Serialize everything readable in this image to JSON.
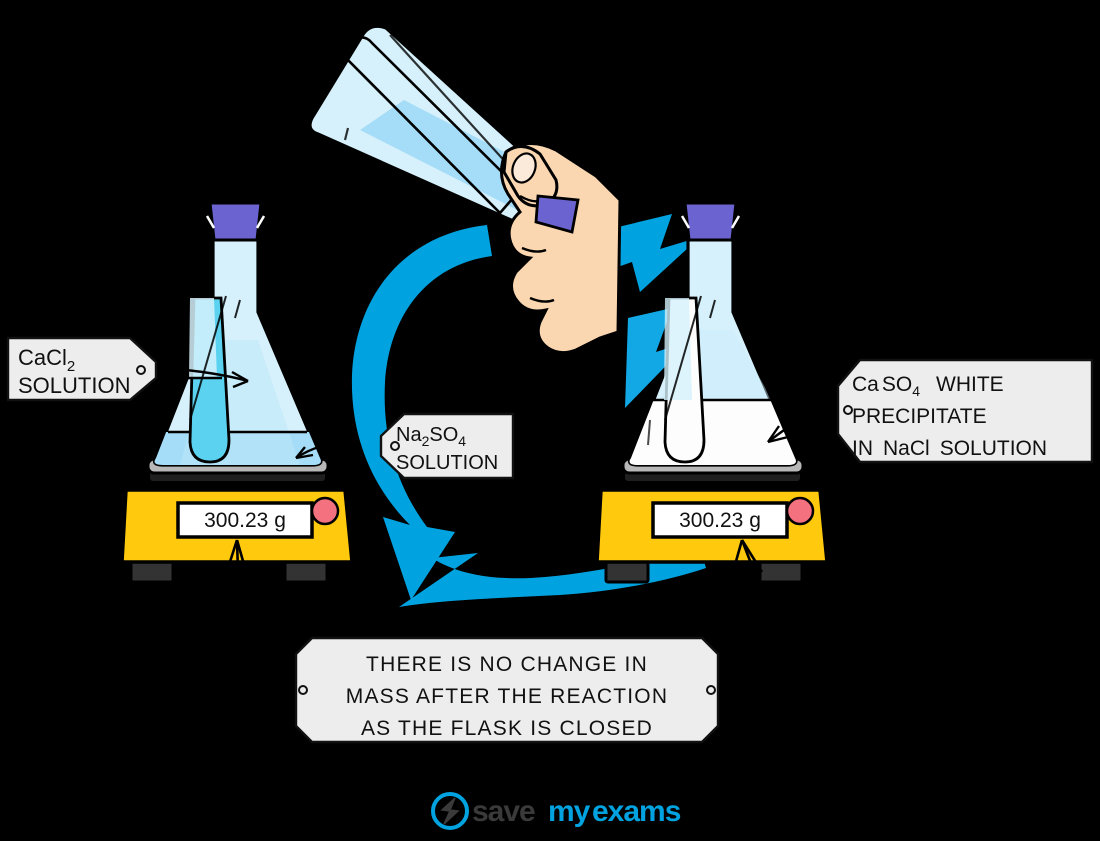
{
  "diagram": {
    "title": "Conservation of mass in a closed flask reaction",
    "background_color": "#000000"
  },
  "labels": {
    "left_tag": {
      "line1": "CaCl",
      "line1_sub": "2",
      "line2": "SOLUTION"
    },
    "center_tag": {
      "line1_a": "Na",
      "line1_sub_a": "2",
      "line1_b": "SO",
      "line1_sub_b": "4",
      "line2": "SOLUTION"
    },
    "right_tag": {
      "line1_a": "Ca",
      "line1_b": "SO",
      "line1_sub": "4",
      "line1_c": "WHITE",
      "line2": "PRECIPITATE",
      "line3_a": "IN",
      "line3_b": "NaCl",
      "line3_c": "SOLUTION"
    },
    "bottom_note": {
      "line1": "THERE   IS   NO   CHANGE   IN",
      "line2": "MASS   AFTER   THE   REACTION",
      "line3": "AS   THE   FLASK   IS   CLOSED"
    }
  },
  "balances": {
    "left": {
      "reading": "300.23 g",
      "body_color": "#FFC90E",
      "button_color": "#F4717F",
      "display_color": "#FFFFFF"
    },
    "right": {
      "reading": "300.23 g",
      "body_color": "#FFC90E",
      "button_color": "#F4717F",
      "display_color": "#FFFFFF"
    }
  },
  "flasks": {
    "left": {
      "contents": "CaCl2 solution with inner test tube",
      "glass_color": "#D6F1FB",
      "liquid_color": "#A5DCF7",
      "inner_tube_liquid_color": "#5BD3F0",
      "stopper_color": "#6B63D0"
    },
    "right": {
      "contents": "CaSO4 white precipitate in NaCl solution",
      "glass_color": "#D6F1FB",
      "liquid_color": "#FDFDFD",
      "stopper_color": "#6B63D0"
    },
    "pouring": {
      "contents": "tilted flask held in hand",
      "glass_color": "#D6F1FB",
      "liquid_color": "#A5DCF7",
      "stopper_color": "#6B63D0",
      "hand_color": "#FAD7B0"
    }
  },
  "arrows": {
    "color": "#00A3E0",
    "cycle_arrow": "circular-arrow-counterclockwise",
    "top_ribbon": "ribbon-arrow-right",
    "bottom_ribbon": "ribbon-arrow-left"
  },
  "logo": {
    "word1": "save",
    "word2": "my",
    "word3": "exams",
    "word1_color": "#3A3A3A",
    "word2_color": "#00A3E0",
    "word3_color": "#00A3E0",
    "icon": "lightning-bolt-circle-icon"
  }
}
